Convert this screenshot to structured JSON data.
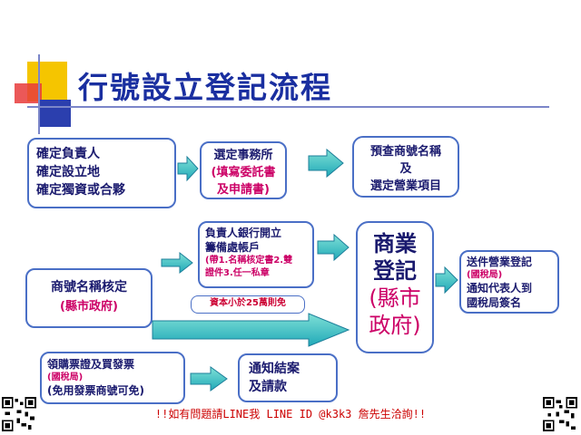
{
  "title": "行號設立登記流程",
  "colors": {
    "title": "#1a2fa0",
    "box_border": "#4a6fc6",
    "arrow": "#2db3c7",
    "arrow_outline": "#1d7f9a",
    "red": "#cc0033",
    "magenta": "#cc0066",
    "deco_yellow": "#f5c500",
    "deco_red": "#e83b3b",
    "deco_blue": "#2b3fae"
  },
  "boxes": {
    "responsible": {
      "lines": [
        "確定負責人",
        "確定設立地",
        "確定獨資或合夥"
      ]
    },
    "office": {
      "line1": "選定事務所",
      "line2": "(填寫委託書",
      "line3": "及申請書)"
    },
    "precheck": {
      "line1": "預查商號名稱",
      "line2": "及",
      "line3": "選定營業項目"
    },
    "bank": {
      "line1": "負責人銀行開立",
      "line2": "籌備處帳戶",
      "line3": "(帶1.名稱核定書2.雙",
      "line4": "證件3.任一私章"
    },
    "capital_note": "資本小於25萬則免",
    "name_approval": {
      "line1": "商號名稱核定",
      "line2": "(縣市政府)"
    },
    "registration": {
      "line1": "商業",
      "line2": "登記",
      "line3": "(縣市",
      "line4": "政府)"
    },
    "tax": {
      "line1": "送件營業登記",
      "line2": "(國稅局)",
      "line3": "通知代表人到",
      "line4": "國稅局簽名"
    },
    "invoice": {
      "line1": "領購票證及買發票",
      "line2": "(國稅局)",
      "line3": "(免用發票商號可免)"
    },
    "notify": {
      "line1": "通知結案",
      "line2": "及請款"
    }
  },
  "footer": "!!如有問題請LINE我 LINE ID @k3k3 詹先生洽詢!!",
  "icons": [
    "qr-code-left-icon",
    "qr-code-right-icon"
  ]
}
